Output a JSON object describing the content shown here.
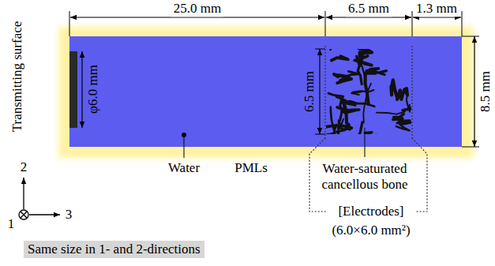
{
  "diagram": {
    "nodes": [
      {
        "text": [
          "Same size in 1- and 2-directions"
        ]
      }
    ],
    "labels": [
      "25.0 mm",
      "6.5 mm",
      "1.3 mm",
      "Transmitting surface",
      "φ6.0 mm",
      "6.5 mm",
      "8.5 mm",
      "Water",
      "PMLs",
      "Water-saturated cancellous bone",
      "[Electrodes]",
      "(6.0×6.0 mm²)",
      "2",
      "1",
      "3"
    ]
  }
}
